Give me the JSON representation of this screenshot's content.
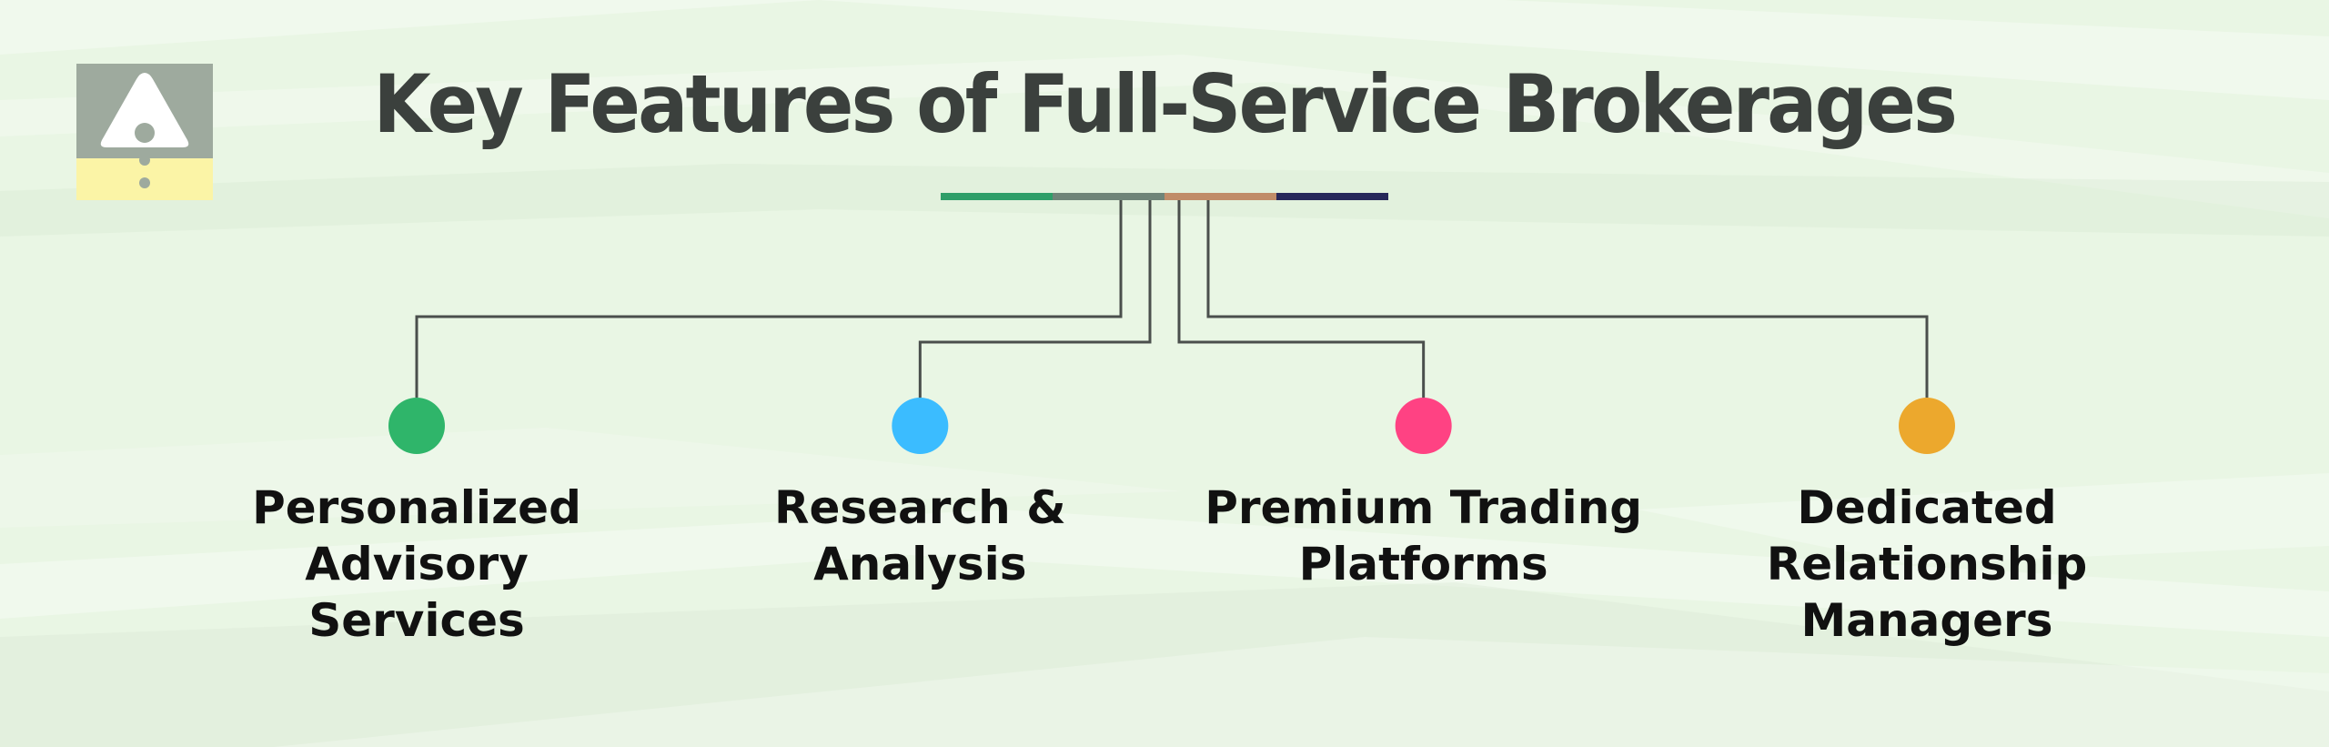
{
  "title": "Key Features of Full-Service Brokerages",
  "logo": {
    "icon": "warning-triangle-icon",
    "top_color": "#9eaa9e",
    "bottom_color": "#fbf4a6"
  },
  "colors": {
    "background": "#e9f6e4",
    "connector": "#4a4f4c",
    "title_bar": [
      "#2e9e68",
      "#6f8478",
      "#c08c68",
      "#27285a"
    ]
  },
  "features": [
    {
      "label": "Personalized Advisory\nServices",
      "color": "#2fb56a"
    },
    {
      "label": "Research &\nAnalysis",
      "color": "#3bbcff"
    },
    {
      "label": "Premium Trading\nPlatforms",
      "color": "#ff4283"
    },
    {
      "label": "Dedicated\nRelationship\nManagers",
      "color": "#eca82d"
    }
  ]
}
